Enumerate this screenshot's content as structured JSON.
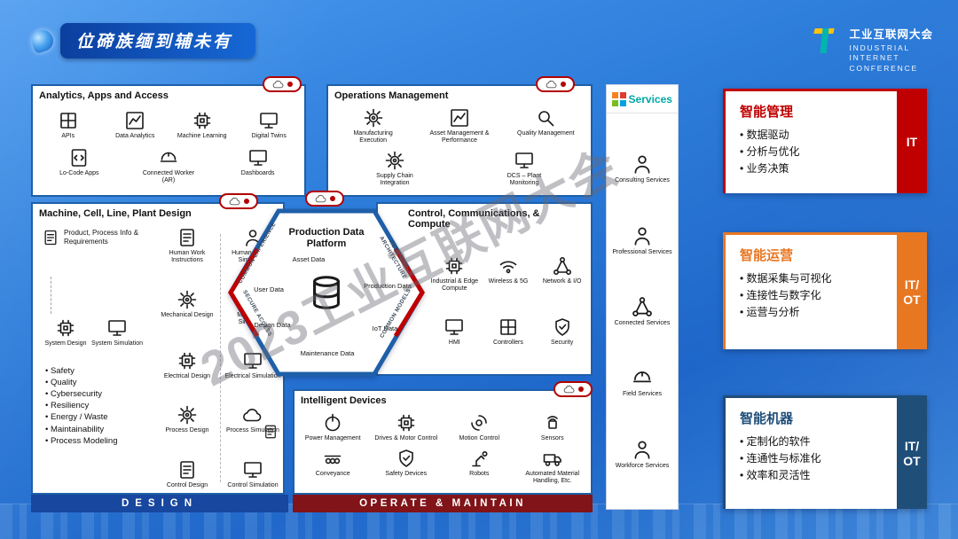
{
  "slide": {
    "title": "位碲族缅到辅未有",
    "watermark": "2023工业互联网大会",
    "logo": {
      "cn": "工业互联网大会",
      "en1": "INDUSTRIAL",
      "en2": "INTERNET",
      "en3": "CONFERENCE"
    }
  },
  "analytics": {
    "title": "Analytics, Apps and Access",
    "rows": [
      [
        {
          "label": "APIs",
          "icon": "grid"
        },
        {
          "label": "Data Analytics",
          "icon": "chart"
        },
        {
          "label": "Machine Learning",
          "icon": "chip"
        },
        {
          "label": "Digital Twins",
          "icon": "monitor"
        }
      ],
      [
        {
          "label": "Lo-Code Apps",
          "icon": "code"
        },
        {
          "label": "Connected Worker (AR)",
          "icon": "helmet"
        },
        {
          "label": "Dashboards",
          "icon": "monitor"
        }
      ]
    ]
  },
  "operations": {
    "title": "Operations Management",
    "rows": [
      [
        {
          "label": "Manufacturing Execution",
          "icon": "gear"
        },
        {
          "label": "Asset Management & Performance",
          "icon": "chart"
        },
        {
          "label": "Quality Management",
          "icon": "search"
        }
      ],
      [
        {
          "label": "Supply Chain Integration",
          "icon": "gear"
        },
        {
          "label": "DCS – Plant Monitoring",
          "icon": "monitor"
        }
      ]
    ]
  },
  "design": {
    "title": "Machine, Cell, Line, Plant Design",
    "product": {
      "label": "Product, Process Info & Requirements",
      "icon": "doc"
    },
    "pairs": [
      [
        {
          "label": "Human Work Instructions",
          "icon": "doc"
        },
        {
          "label": "Human Factors Simulation",
          "icon": "person"
        }
      ],
      [
        {
          "label": "Mechanical Design",
          "icon": "gear"
        },
        {
          "label": "Mechanical Simulation",
          "icon": "monitor"
        }
      ],
      [
        {
          "label": "Electrical Design",
          "icon": "chip"
        },
        {
          "label": "Electrical Simulation",
          "icon": "monitor"
        }
      ],
      [
        {
          "label": "Process Design",
          "icon": "gear"
        },
        {
          "label": "Process Simulation",
          "icon": "cloud"
        }
      ],
      [
        {
          "label": "Control Design",
          "icon": "doc"
        },
        {
          "label": "Control Simulation",
          "icon": "monitor"
        }
      ]
    ],
    "system_rows": [
      [
        {
          "label": "System Design",
          "icon": "chip"
        },
        {
          "label": "System Simulation",
          "icon": "monitor"
        }
      ]
    ],
    "bullets": [
      "Safety",
      "Quality",
      "Cybersecurity",
      "Resiliency",
      "Energy / Waste",
      "Maintainability",
      "Process Modeling"
    ]
  },
  "platform": {
    "title": "Production Data Platform",
    "labels": {
      "asset": "Asset Data",
      "user": "User Data",
      "production": "Production Data",
      "design": "Design Data",
      "iot": "IoT Data",
      "maintenance": "Maintenance Data"
    },
    "edges": {
      "tl": "COMMON EXPERIENCE",
      "tr": "RESILIENT ARCHITECTURE",
      "bl": "SECURE ACCESS",
      "br": "COMMON MODELS"
    }
  },
  "control": {
    "title": "Control, Communications, & Compute",
    "rows": [
      [
        {
          "label": "Industrial & Edge Compute",
          "icon": "chip"
        },
        {
          "label": "Wireless & 5G",
          "icon": "wifi"
        },
        {
          "label": "Network & I/O",
          "icon": "network"
        }
      ],
      [
        {
          "label": "HMI",
          "icon": "monitor"
        },
        {
          "label": "Controllers",
          "icon": "grid"
        },
        {
          "label": "Security",
          "icon": "shield"
        }
      ]
    ]
  },
  "devices": {
    "title": "Intelligent Devices",
    "rows": [
      [
        {
          "label": "Power Management",
          "icon": "power"
        },
        {
          "label": "Drives & Motor Control",
          "icon": "chip"
        },
        {
          "label": "Motion Control",
          "icon": "motion"
        },
        {
          "label": "Sensors",
          "icon": "sensor"
        }
      ],
      [
        {
          "label": "Conveyance",
          "icon": "conveyor"
        },
        {
          "label": "Safety Devices",
          "icon": "shield"
        },
        {
          "label": "Robots",
          "icon": "robot"
        },
        {
          "label": "Automated Material Handling, Etc.",
          "icon": "truck"
        }
      ]
    ]
  },
  "services": {
    "brand_word": "Services",
    "rows": [
      [
        {
          "label": "Consulting Services",
          "icon": "person"
        }
      ],
      [
        {
          "label": "Professional Services",
          "icon": "person"
        }
      ],
      [
        {
          "label": "Connected Services",
          "icon": "network"
        }
      ],
      [
        {
          "label": "Field Services",
          "icon": "helmet"
        }
      ],
      [
        {
          "label": "Workforce Services",
          "icon": "person"
        }
      ]
    ]
  },
  "bars": {
    "design": "DESIGN",
    "operate": "OPERATE & MAINTAIN"
  },
  "panels": [
    {
      "title": "智能管理",
      "accent": "#c00000",
      "bullets": [
        "数据驱动",
        "分析与优化",
        "业务决策"
      ],
      "tab_lines": [
        "IT"
      ]
    },
    {
      "title": "智能运营",
      "accent": "#e87722",
      "bullets": [
        "数据采集与可视化",
        "连接性与数字化",
        "运营与分析"
      ],
      "tab_lines": [
        "IT/",
        "OT"
      ]
    },
    {
      "title": "智能机器",
      "accent": "#1f4e79",
      "bullets": [
        "定制化的软件",
        "连通性与标准化",
        "效率和灵活性"
      ],
      "tab_lines": [
        "IT/",
        "OT"
      ]
    }
  ]
}
